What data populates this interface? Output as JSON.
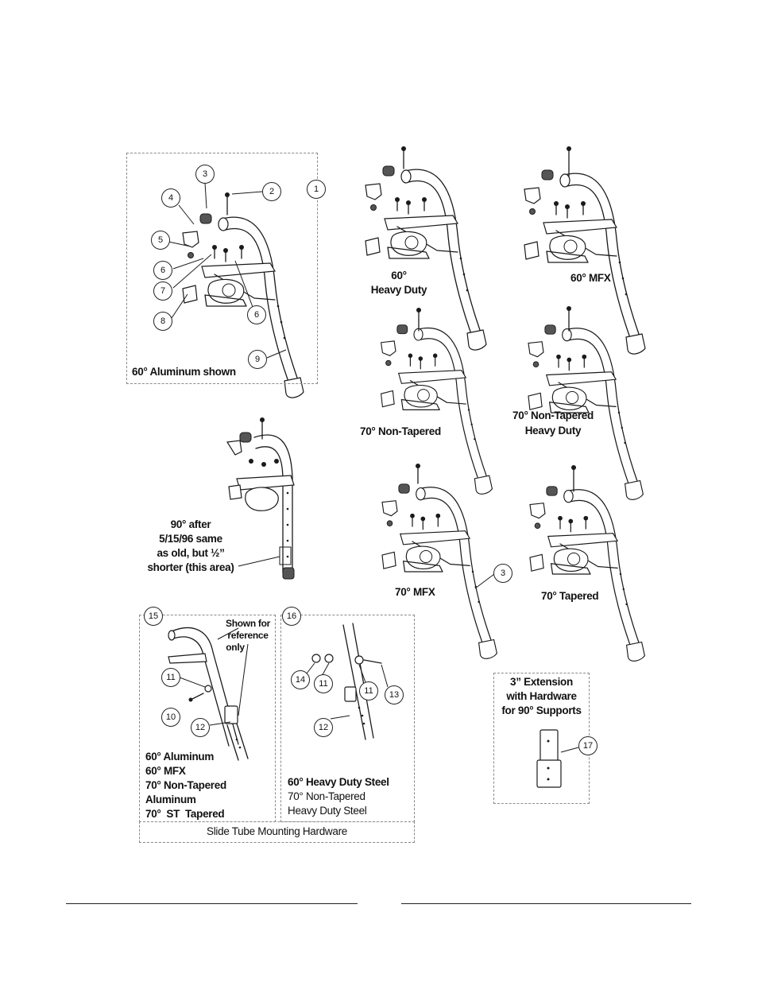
{
  "panels": {
    "p60_aluminum": {
      "caption": "60° Aluminum shown",
      "callouts": [
        "1",
        "2",
        "3",
        "4",
        "5",
        "6",
        "7",
        "8",
        "6",
        "9"
      ]
    },
    "p60_heavy_duty": {
      "caption_line1": "60°",
      "caption_line2": "Heavy Duty"
    },
    "p60_mfx": {
      "caption": "60° MFX"
    },
    "p70_non_tapered": {
      "caption": "70° Non-Tapered"
    },
    "p70_non_tapered_hd": {
      "caption_line1": "70° Non-Tapered",
      "caption_line2": "Heavy Duty"
    },
    "p90": {
      "caption_lines": [
        "90° after",
        "5/15/96 same",
        "as old, but ½”",
        "shorter (this area)"
      ]
    },
    "p70_mfx": {
      "caption": "70° MFX",
      "callout": "3"
    },
    "p70_tapered": {
      "caption": "70° Tapered"
    },
    "p15": {
      "callout": "15",
      "note_lines": [
        "Shown for",
        "reference",
        "only"
      ],
      "callouts": [
        "11",
        "10",
        "12"
      ],
      "list": [
        "60° Aluminum",
        "60° MFX",
        "70° Non-Tapered",
        "Aluminum",
        "70°  ST  Tapered"
      ]
    },
    "p16": {
      "callout": "16",
      "callouts": [
        "14",
        "11",
        "11",
        "13",
        "12"
      ],
      "list": [
        "60° Heavy Duty Steel",
        "70° Non-Tapered",
        "Heavy Duty Steel"
      ]
    },
    "slide_tube_title": "Slide Tube Mounting Hardware",
    "p17": {
      "lines": [
        "3” Extension",
        "with Hardware",
        "for 90° Supports"
      ],
      "callout": "17"
    }
  }
}
